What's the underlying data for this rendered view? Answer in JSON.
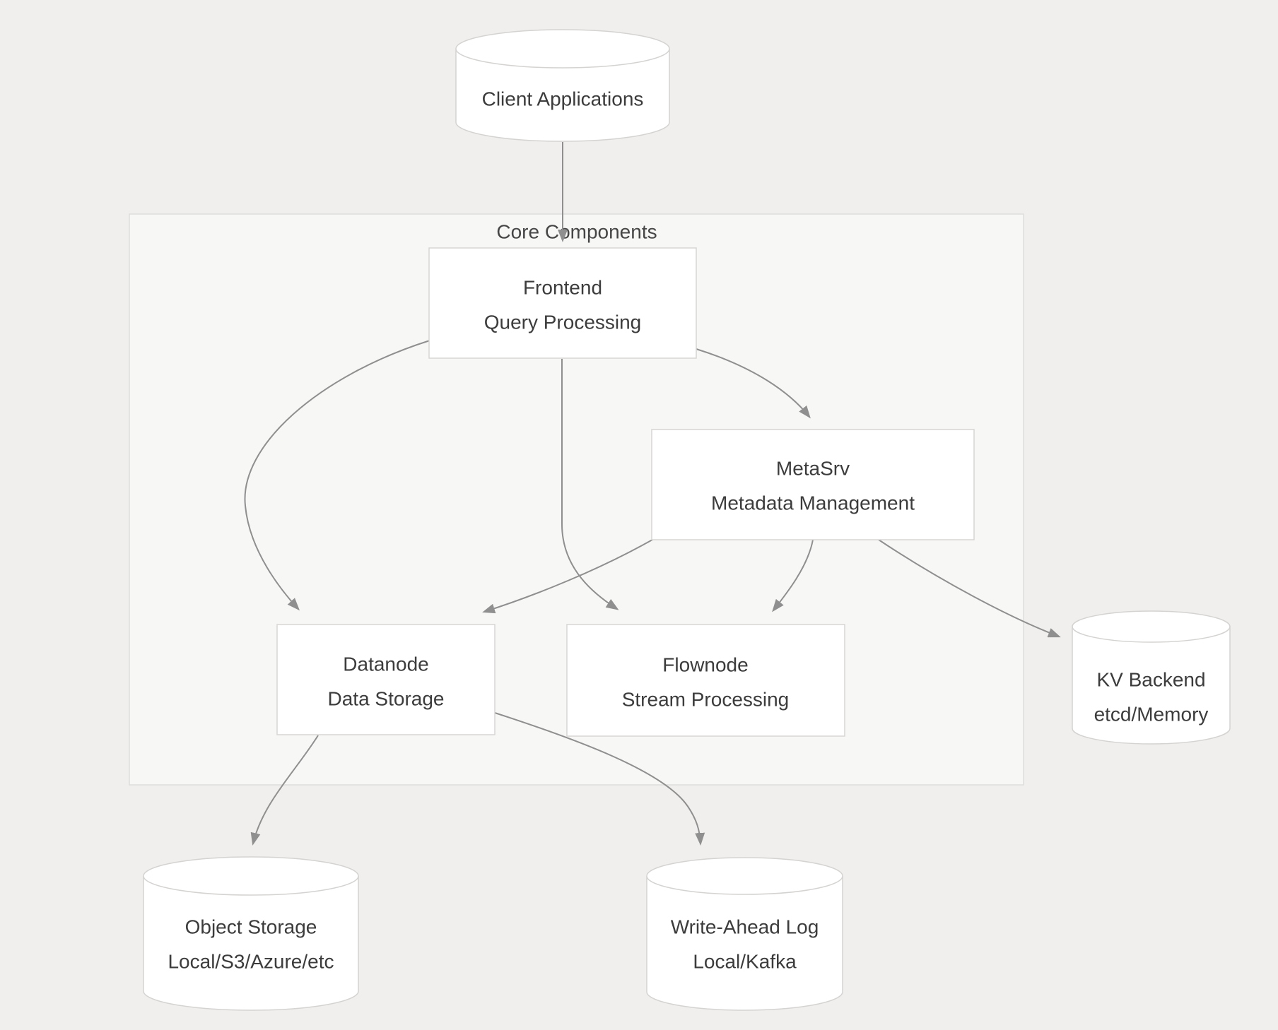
{
  "diagram": {
    "title_region": {
      "container_label": "Core Components"
    },
    "nodes": {
      "client": {
        "shape": "cylinder",
        "line1": "Client Applications"
      },
      "frontend": {
        "shape": "rect",
        "line1": "Frontend",
        "line2": "Query Processing"
      },
      "metasrv": {
        "shape": "rect",
        "line1": "MetaSrv",
        "line2": "Metadata Management"
      },
      "datanode": {
        "shape": "rect",
        "line1": "Datanode",
        "line2": "Data Storage"
      },
      "flownode": {
        "shape": "rect",
        "line1": "Flownode",
        "line2": "Stream Processing"
      },
      "kv_backend": {
        "shape": "cylinder",
        "line1": "KV Backend",
        "line2": "etcd/Memory"
      },
      "object_storage": {
        "shape": "cylinder",
        "line1": "Object Storage",
        "line2": "Local/S3/Azure/etc"
      },
      "write_ahead_log": {
        "shape": "cylinder",
        "line1": "Write-Ahead Log",
        "line2": "Local/Kafka"
      }
    },
    "edges": [
      {
        "from": "client",
        "to": "frontend"
      },
      {
        "from": "frontend",
        "to": "datanode"
      },
      {
        "from": "frontend",
        "to": "flownode"
      },
      {
        "from": "frontend",
        "to": "metasrv"
      },
      {
        "from": "metasrv",
        "to": "datanode"
      },
      {
        "from": "metasrv",
        "to": "flownode"
      },
      {
        "from": "metasrv",
        "to": "kv_backend"
      },
      {
        "from": "datanode",
        "to": "object_storage"
      },
      {
        "from": "datanode",
        "to": "write_ahead_log"
      }
    ],
    "colors": {
      "page_background": "#f0efed",
      "container_fill": "#f7f7f6",
      "container_border": "#dedddb",
      "node_fill": "#ffffff",
      "node_border": "#d7d6d4",
      "edge_stroke": "#8f8f8f",
      "text": "#3c3c3c"
    }
  }
}
